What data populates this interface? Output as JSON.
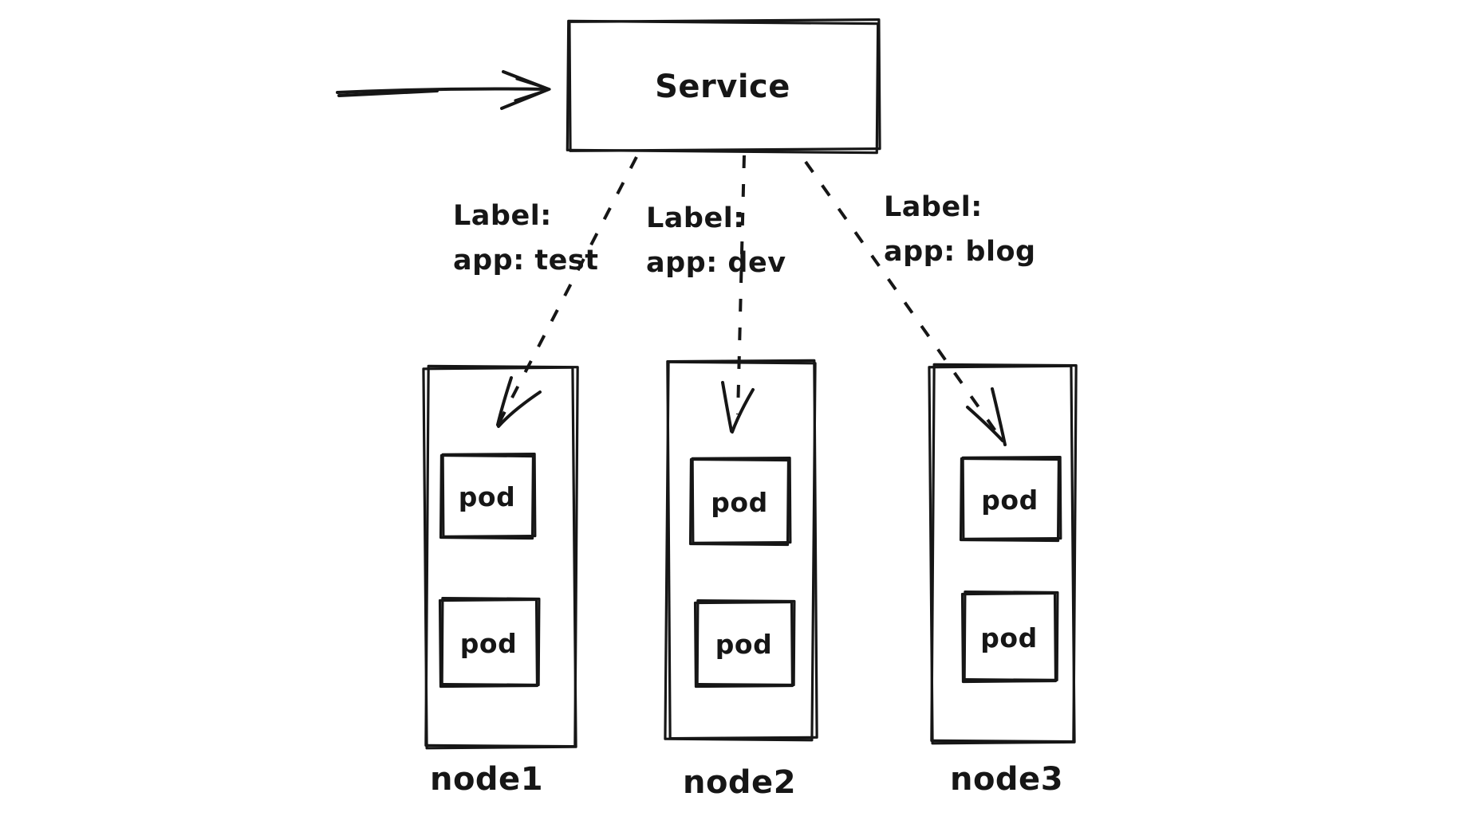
{
  "colors": {
    "ink": "#161616",
    "background": "#ffffff"
  },
  "service": {
    "label": "Service"
  },
  "selectors": [
    {
      "title": "Label:",
      "selector": "app: test"
    },
    {
      "title": "Label:",
      "selector": "app: dev"
    },
    {
      "title": "Label:",
      "selector": "app: blog"
    }
  ],
  "nodes": [
    {
      "name": "node1",
      "pods": [
        {
          "label": "pod"
        },
        {
          "label": "pod"
        }
      ]
    },
    {
      "name": "node2",
      "pods": [
        {
          "label": "pod"
        },
        {
          "label": "pod"
        }
      ]
    },
    {
      "name": "node3",
      "pods": [
        {
          "label": "pod"
        },
        {
          "label": "pod"
        }
      ]
    }
  ]
}
